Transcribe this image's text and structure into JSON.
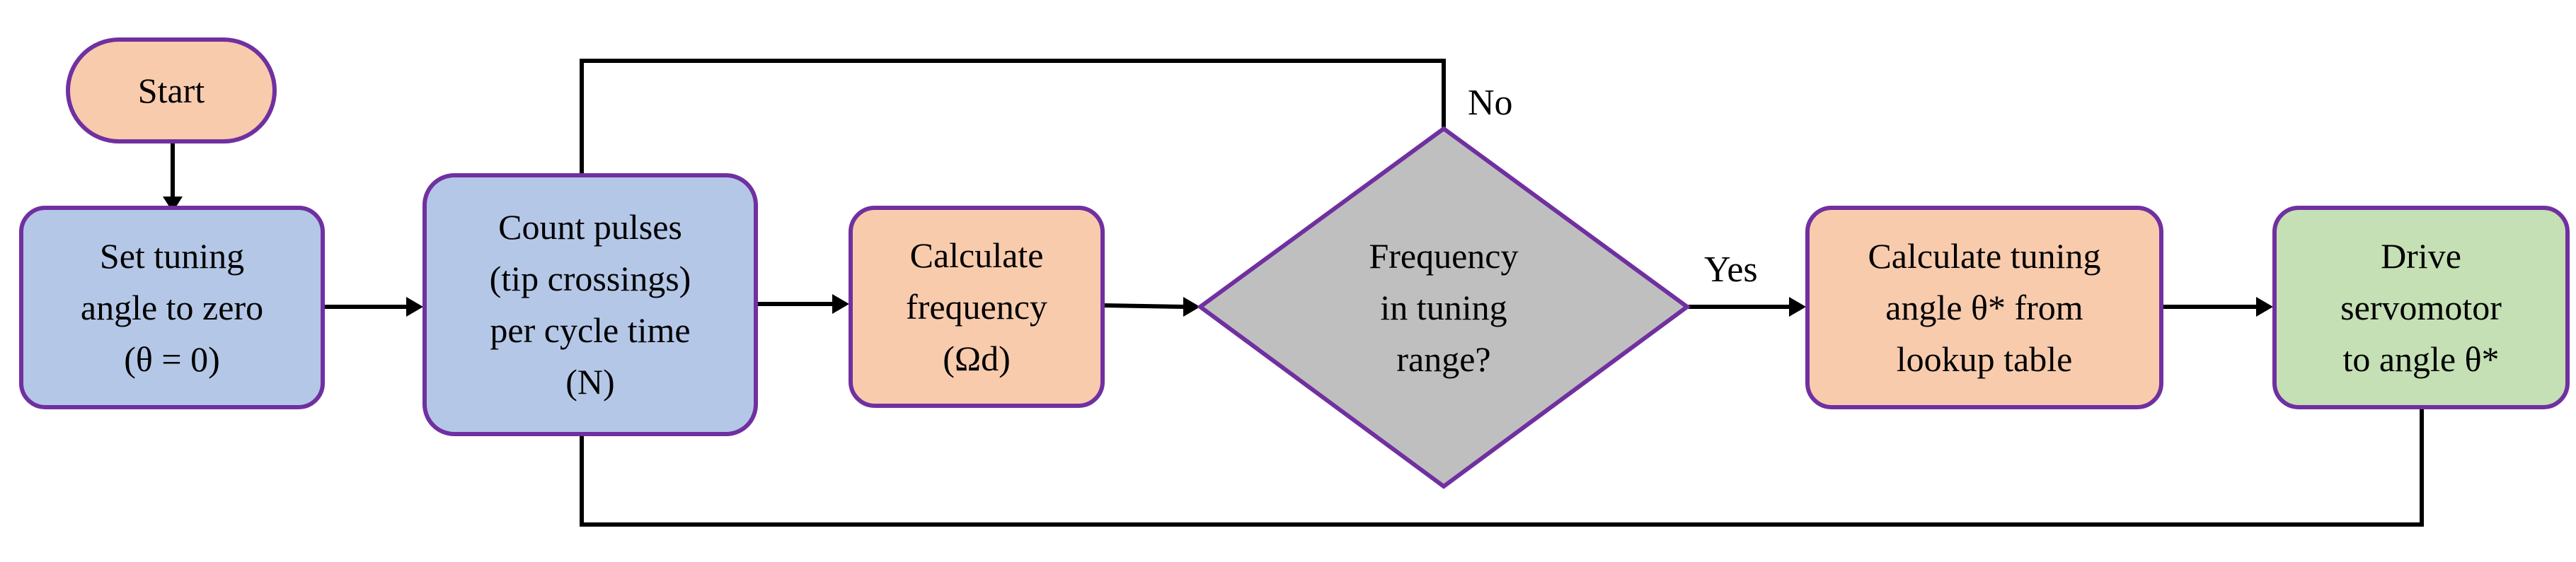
{
  "diagram": {
    "colors": {
      "stroke": "#7030A0",
      "connector": "#000000",
      "blue_fill": "#B4C7E7",
      "orange_fill": "#F8CBAD",
      "gray_fill": "#BFBFBF",
      "green_fill": "#C5E0B4"
    },
    "nodes": {
      "start": {
        "label": "Start"
      },
      "set_angle": {
        "line1": "Set tuning",
        "line2": "angle to zero",
        "line3": "(θ = 0)"
      },
      "count": {
        "line1": "Count pulses",
        "line2": "(tip crossings)",
        "line3": "per cycle time",
        "line4": "(N)"
      },
      "calc_freq": {
        "line1": "Calculate",
        "line2": "frequency",
        "line3": "(Ωd)"
      },
      "decision": {
        "line1": "Frequency",
        "line2": "in tuning",
        "line3": "range?"
      },
      "calc_angle": {
        "line1": "Calculate tuning",
        "line2": "angle θ* from",
        "line3": "lookup table"
      },
      "drive": {
        "line1": "Drive",
        "line2": "servomotor",
        "line3": "to angle θ*"
      }
    },
    "edges": {
      "no_label": "No",
      "yes_label": "Yes"
    }
  }
}
